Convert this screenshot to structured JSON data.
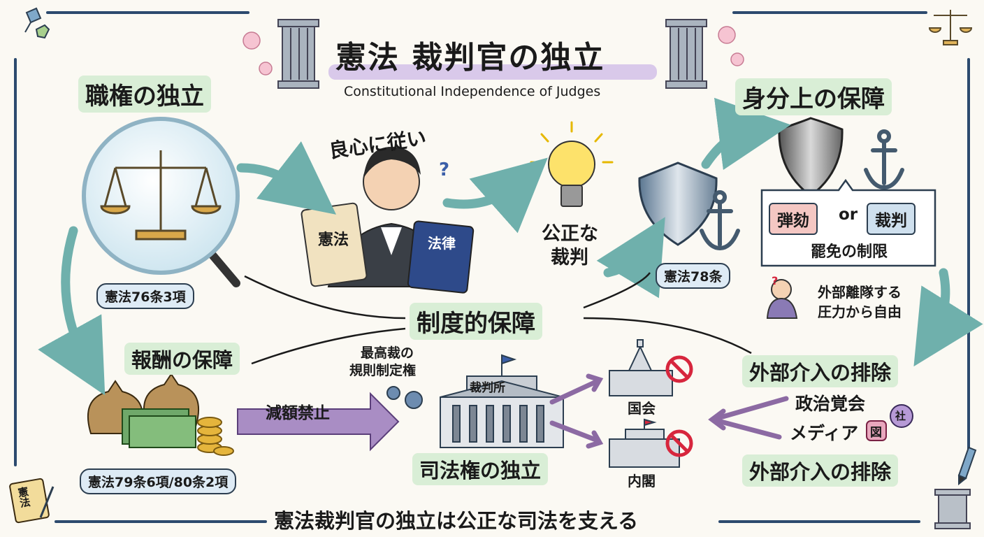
{
  "title": {
    "main": "憲法 裁判官の独立",
    "en": "Constitutional Independence of Judges"
  },
  "left": {
    "heading": "職権の独立",
    "ref": "憲法76条3項"
  },
  "judge": {
    "thought": "良心に従い",
    "q_mark": "?",
    "book_left": "憲法",
    "book_right": "法律"
  },
  "bulb": {
    "label_line1": "公正な",
    "label_line2": "裁判"
  },
  "status": {
    "heading": "身分上の保障",
    "ref": "憲法78条",
    "impeach": "弾劾",
    "or": "or",
    "trial": "裁判",
    "removal_limit": "罷免の制限",
    "free_line1": "外部離隊する",
    "free_line2": "圧力から自由",
    "q_mark": "?"
  },
  "center": {
    "heading": "制度的保障",
    "rule_line1": "最高裁の",
    "rule_line2": "規則制定権",
    "court_sign": "裁判所",
    "judicial": "司法権の独立",
    "diet": "国会",
    "cabinet": "内閣"
  },
  "pay": {
    "heading": "報酬の保障",
    "no_cut": "減額禁止",
    "ref": "憲法79条6項/80条2項"
  },
  "external": {
    "heading_top": "外部介入の排除",
    "parties": "政治覚会",
    "media": "メディア",
    "heading_bottom": "外部介入の排除",
    "badge": "社",
    "stamp": "図"
  },
  "corner": {
    "book": "憲法"
  },
  "footer": "憲法裁判官の独立は公正な司法を支える",
  "colors": {
    "green_pill": "#d9eed6",
    "title_band": "#d9c9ea",
    "teal_arrow": "#6fb0ac",
    "purple_arrow": "#8c6aa3",
    "frame": "#2c4a6e"
  }
}
